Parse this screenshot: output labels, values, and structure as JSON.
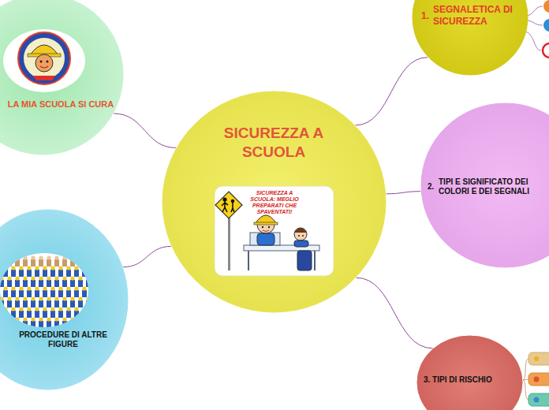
{
  "diagram": {
    "nodes": [
      {
        "text": [
          "SICUREZZA A SCUOLA"
        ]
      },
      {
        "text": [
          "LA MIA SCUOLA SI CURA"
        ]
      },
      {
        "text": [
          "PROCEDURE DI ALTRE FIGURE"
        ]
      },
      {
        "text": [
          "1.",
          "SEGNALETICA DI SICUREZZA"
        ]
      },
      {
        "text": [
          "2.",
          "TIPI E SIGNIFICATO DEI COLORI E DEI SEGNALI"
        ]
      },
      {
        "text": [
          "3. TIPI DI RISCHIO"
        ]
      }
    ],
    "edges": [
      {
        "from": 0,
        "to": 1,
        "arrow": "none"
      },
      {
        "from": 0,
        "to": 2,
        "arrow": "none"
      },
      {
        "from": 0,
        "to": 3,
        "arrow": "none"
      },
      {
        "from": 0,
        "to": 4,
        "arrow": "none"
      },
      {
        "from": 0,
        "to": 5,
        "arrow": "none"
      }
    ],
    "labels": [
      "SICUREZZA A SCUOLA: MEGLIO PREPARATI CHE SPAVENTATI!"
    ]
  }
}
